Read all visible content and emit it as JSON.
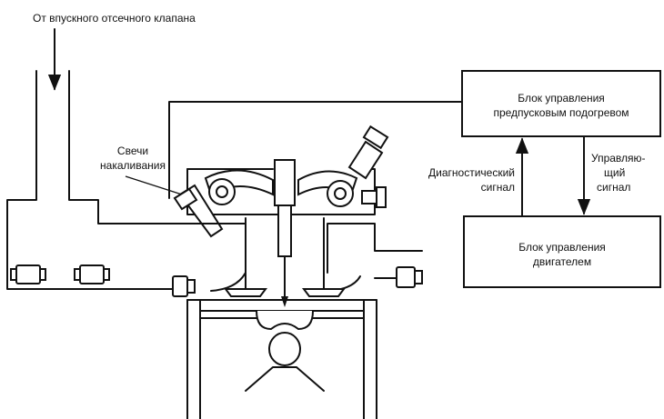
{
  "labels": {
    "intake_valve": "От впускного отсечного клапана",
    "glow_plugs_line1": "Свечи",
    "glow_plugs_line2": "накаливания",
    "diag_signal_line1": "Диагностический",
    "diag_signal_line2": "сигнал",
    "control_signal_line1": "Управляю-",
    "control_signal_line2": "щий",
    "control_signal_line3": "сигнал"
  },
  "blocks": {
    "preheat_unit": {
      "line1": "Блок управления",
      "line2": "предпусковым подогревом"
    },
    "engine_unit": {
      "line1": "Блок управления",
      "line2": "двигателем"
    }
  }
}
